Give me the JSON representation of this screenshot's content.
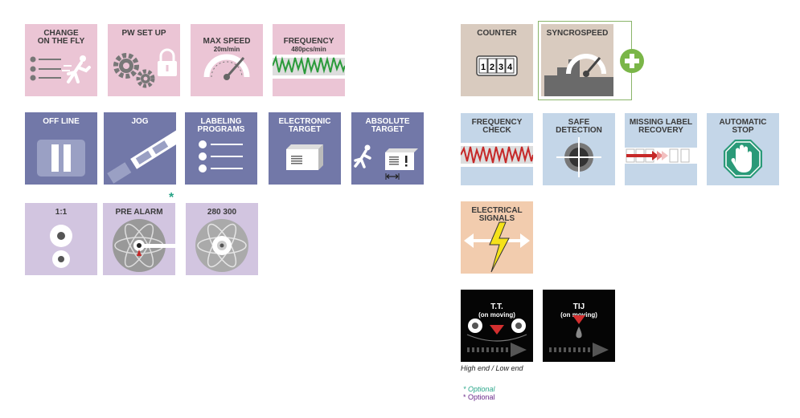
{
  "tiles": {
    "change_on_fly": {
      "title": "CHANGE\nON THE FLY"
    },
    "pw_setup": {
      "title": "PW SET UP"
    },
    "max_speed": {
      "title": "MAX SPEED",
      "sub": "20m/min"
    },
    "frequency": {
      "title": "FREQUENCY",
      "sub": "480pcs/min"
    },
    "off_line": {
      "title": "OFF LINE"
    },
    "jog": {
      "title": "JOG"
    },
    "labeling_programs": {
      "title": "LABELING\nPROGRAMS"
    },
    "electronic_target": {
      "title": "ELECTRONIC\nTARGET"
    },
    "absolute_target": {
      "title": "ABSOLUTE\nTARGET"
    },
    "ratio": {
      "title": "1:1"
    },
    "pre_alarm": {
      "title": "PRE ALARM"
    },
    "range": {
      "title": "280 300"
    },
    "counter": {
      "title": "COUNTER",
      "digits": [
        "1",
        "2",
        "3",
        "4"
      ]
    },
    "syncrospeed": {
      "title": "SYNCROSPEED"
    },
    "frequency_check": {
      "title": "FREQUENCY\nCHECK"
    },
    "safe_detection": {
      "title": "SAFE\nDETECTION"
    },
    "missing_label": {
      "title": "MISSING LABEL\nRECOVERY"
    },
    "automatic_stop": {
      "title": "AUTOMATIC\nSTOP"
    },
    "electrical_signals": {
      "title": "ELECTRICAL\nSIGNALS"
    },
    "tt": {
      "title": "T.T.",
      "sub": "(on moving)"
    },
    "tij": {
      "title": "TIJ",
      "sub": "(on moving)"
    }
  },
  "asterisk": "*",
  "caption": "High end / Low end",
  "legend": {
    "optional_1": "* Optional",
    "optional_2": "* Optional"
  },
  "colors": {
    "pink": "#ebc5d5",
    "navy": "#7278a8",
    "lavender": "#d2c5e0",
    "taupe": "#d9cbbf",
    "sky": "#c4d6e8",
    "peach": "#f2ccae",
    "black": "#050505",
    "accent_green": "#7ab648"
  },
  "icons": [
    "runner-icon",
    "gear-icon",
    "lock-icon",
    "gauge-icon",
    "wave-icon",
    "pause-icon",
    "jog-icon",
    "list-icon",
    "target-box-icon",
    "reel-icon",
    "counter-icon",
    "stairs-icon",
    "plus-icon",
    "crosshair-icon",
    "arrow-icon",
    "stop-hand-icon",
    "lightning-icon",
    "printer-head-icon"
  ]
}
